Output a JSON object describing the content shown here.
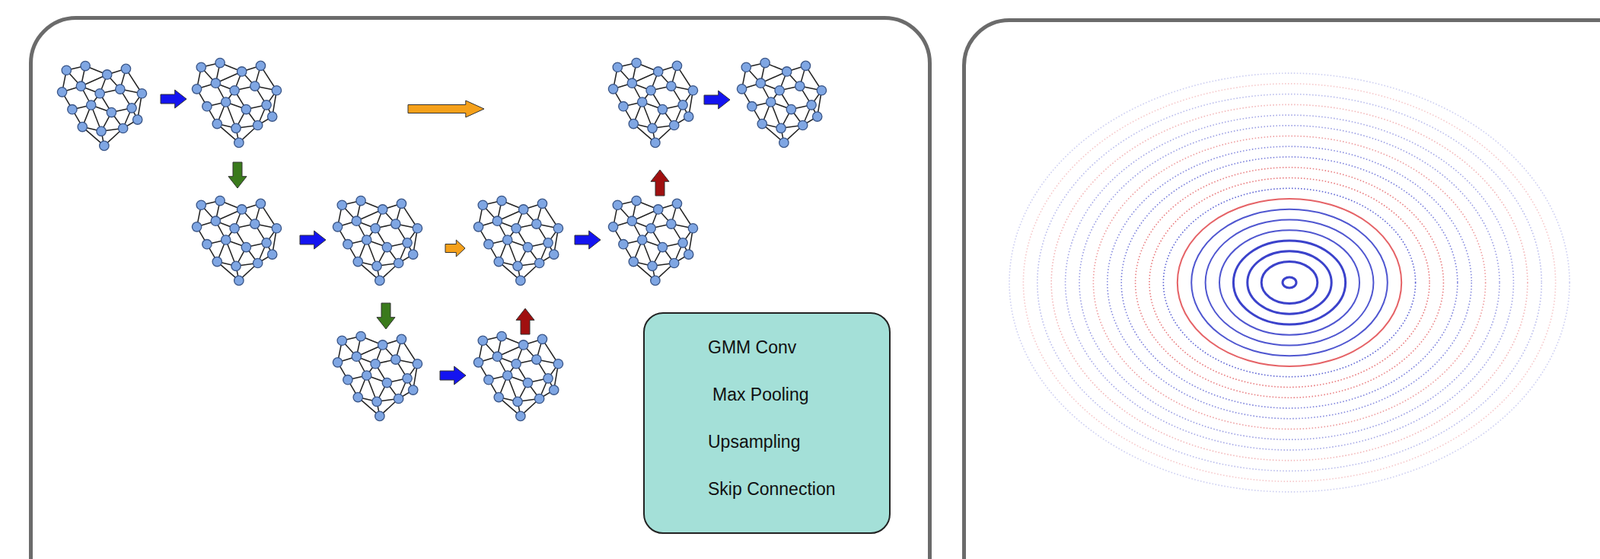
{
  "diagram": {
    "legend": [
      {
        "text": "GMM Conv"
      },
      {
        "text": "Max Pooling"
      },
      {
        "text": "Upsampling"
      },
      {
        "text": "Skip Connection"
      }
    ]
  }
}
